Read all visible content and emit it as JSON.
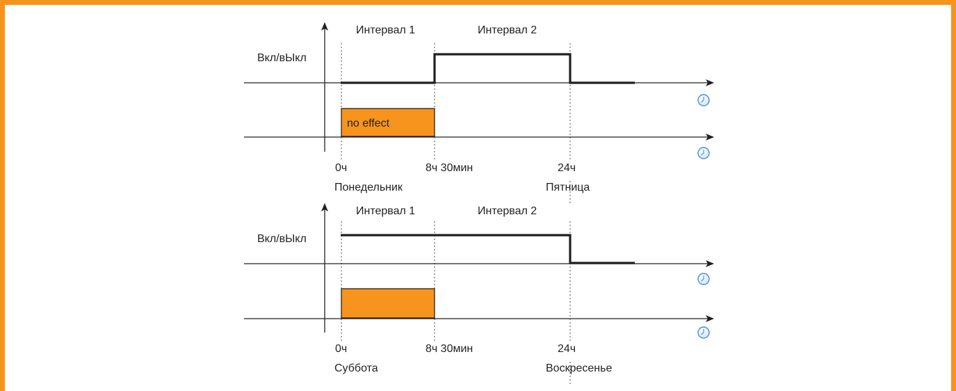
{
  "colors": {
    "accent": "#f7941d",
    "line": "#231f20",
    "clock": "#4a90d9"
  },
  "diagrams": [
    {
      "interval_1": "Интервал 1",
      "interval_2": "Интервал 2",
      "y_label": "Вкл/вЫкл",
      "box_label": "no effect",
      "t0_label": "0ч",
      "t1_label": "8ч 30мин",
      "t2_label": "24ч",
      "day_start": "Понедельник",
      "day_end": "Пятница",
      "clock_icon": "clock-icon"
    },
    {
      "interval_1": "Интервал 1",
      "interval_2": "Интервал 2",
      "y_label": "Вкл/вЫкл",
      "box_label": "",
      "t0_label": "0ч",
      "t1_label": "8ч 30мин",
      "t2_label": "24ч",
      "day_start": "Суббота",
      "day_end": "Воскресенье",
      "clock_icon": "clock-icon"
    }
  ]
}
